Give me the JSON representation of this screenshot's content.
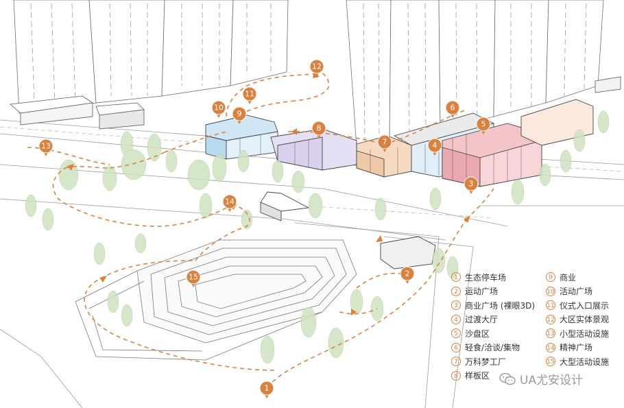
{
  "colors": {
    "route": "#d9823f",
    "pin": "#d9823f",
    "tree": "#cfe3c0",
    "sky_blue": "#cfe6f5",
    "lavender": "#e4dff2",
    "peach": "#f5d9c0",
    "pink": "#f3c5c9"
  },
  "pins": [
    {
      "num": "1"
    },
    {
      "num": "2"
    },
    {
      "num": "3"
    },
    {
      "num": "4"
    },
    {
      "num": "5"
    },
    {
      "num": "6"
    },
    {
      "num": "7"
    },
    {
      "num": "8"
    },
    {
      "num": "9"
    },
    {
      "num": "10"
    },
    {
      "num": "11"
    },
    {
      "num": "12"
    },
    {
      "num": "13"
    },
    {
      "num": "14"
    },
    {
      "num": "15"
    }
  ],
  "legend": {
    "col1": [
      {
        "num": "1",
        "label": "生态停车场"
      },
      {
        "num": "2",
        "label": "运动广场"
      },
      {
        "num": "3",
        "label": "商业广场 (裸眼3D)"
      },
      {
        "num": "4",
        "label": "过渡大厅"
      },
      {
        "num": "5",
        "label": "沙盘区"
      },
      {
        "num": "6",
        "label": "轻食/洽谈/集物"
      },
      {
        "num": "7",
        "label": "万科梦工厂"
      },
      {
        "num": "8",
        "label": "样板区"
      }
    ],
    "col2": [
      {
        "num": "9",
        "label": "商业"
      },
      {
        "num": "10",
        "label": "活动广场"
      },
      {
        "num": "11",
        "label": "仪式入口展示"
      },
      {
        "num": "12",
        "label": "大区实体景观"
      },
      {
        "num": "13",
        "label": "小型活动设施"
      },
      {
        "num": "14",
        "label": "精神广场"
      },
      {
        "num": "15",
        "label": "大型活动设施"
      }
    ]
  },
  "watermark": {
    "text": "UA尤安设计",
    "icon": "wechat-icon"
  }
}
